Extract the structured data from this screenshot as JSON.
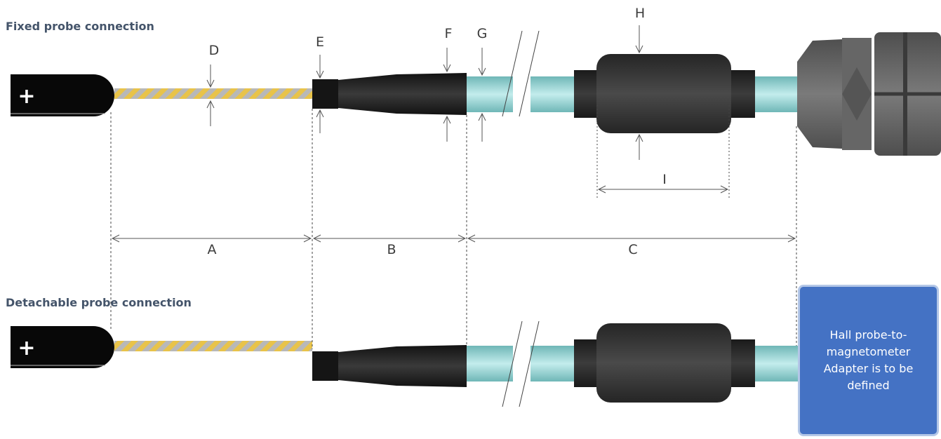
{
  "titles": {
    "fixed": "Fixed probe connection",
    "detachable": "Detachable probe connection"
  },
  "labels": {
    "A": "A",
    "B": "B",
    "C": "C",
    "D": "D",
    "E": "E",
    "F": "F",
    "G": "G",
    "H": "H",
    "I": "I"
  },
  "probe_symbol": "+",
  "note": "Hall probe-to-magnetometer Adapter is to be defined",
  "colors": {
    "title": "#44546a",
    "note_fill": "#4472c4",
    "note_border": "#b4c7e7",
    "cable_light_blue": "#a8d8d8",
    "boot_dark": "#2d2d2d",
    "braid_yellow": "#e8c34a",
    "braid_grey": "#b8b8b8"
  }
}
